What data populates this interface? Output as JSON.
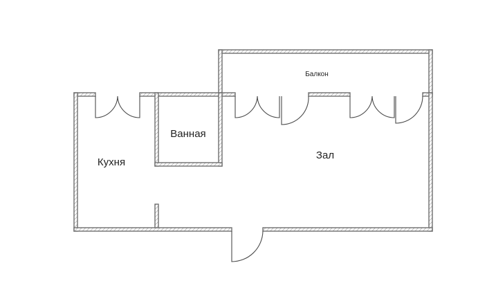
{
  "floorplan": {
    "rooms": {
      "kitchen": "Кухня",
      "bathroom": "Ванная",
      "hall": "Зал",
      "balcony": "Балкон"
    },
    "colors": {
      "background": "#ffffff",
      "wall_outline": "#6e6e6e",
      "wall_hatch": "#9a9a9a",
      "door_line": "#4a4a4a",
      "label_text": "#222222"
    }
  }
}
